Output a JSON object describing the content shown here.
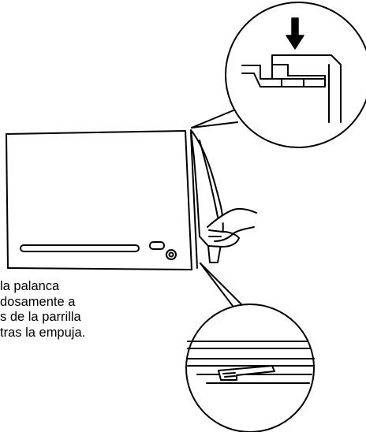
{
  "instruction": {
    "lines": [
      "la palanca",
      "dosamente a",
      "s de la parrilla",
      "tras la empuja."
    ]
  },
  "icons": [
    "down-arrow-icon",
    "hand-illustration",
    "dishwasher-illustration",
    "detail-magnifier-circle"
  ],
  "colors": {
    "ink": "#000000",
    "background": "#ffffff"
  }
}
